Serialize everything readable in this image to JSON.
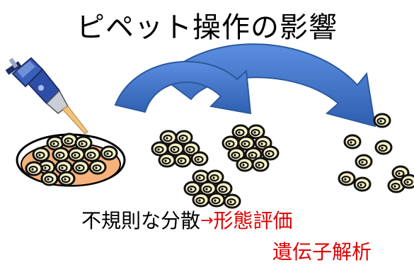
{
  "title": "ピペット操作の影響",
  "caption": {
    "main": "不規則な分散",
    "arrow": "→",
    "result1": "形態評価",
    "result2": "遺伝子解析"
  },
  "colors": {
    "arrow_fill": "#3f74c8",
    "arrow_edge": "#2b5a9e",
    "cell_fill": "#faf4c8",
    "cell_outline": "#111111",
    "dish_fill": "#f6b27a",
    "pipette_body": "#2d4fa8",
    "tip": "#f0c27a",
    "red_text": "#e00000"
  }
}
